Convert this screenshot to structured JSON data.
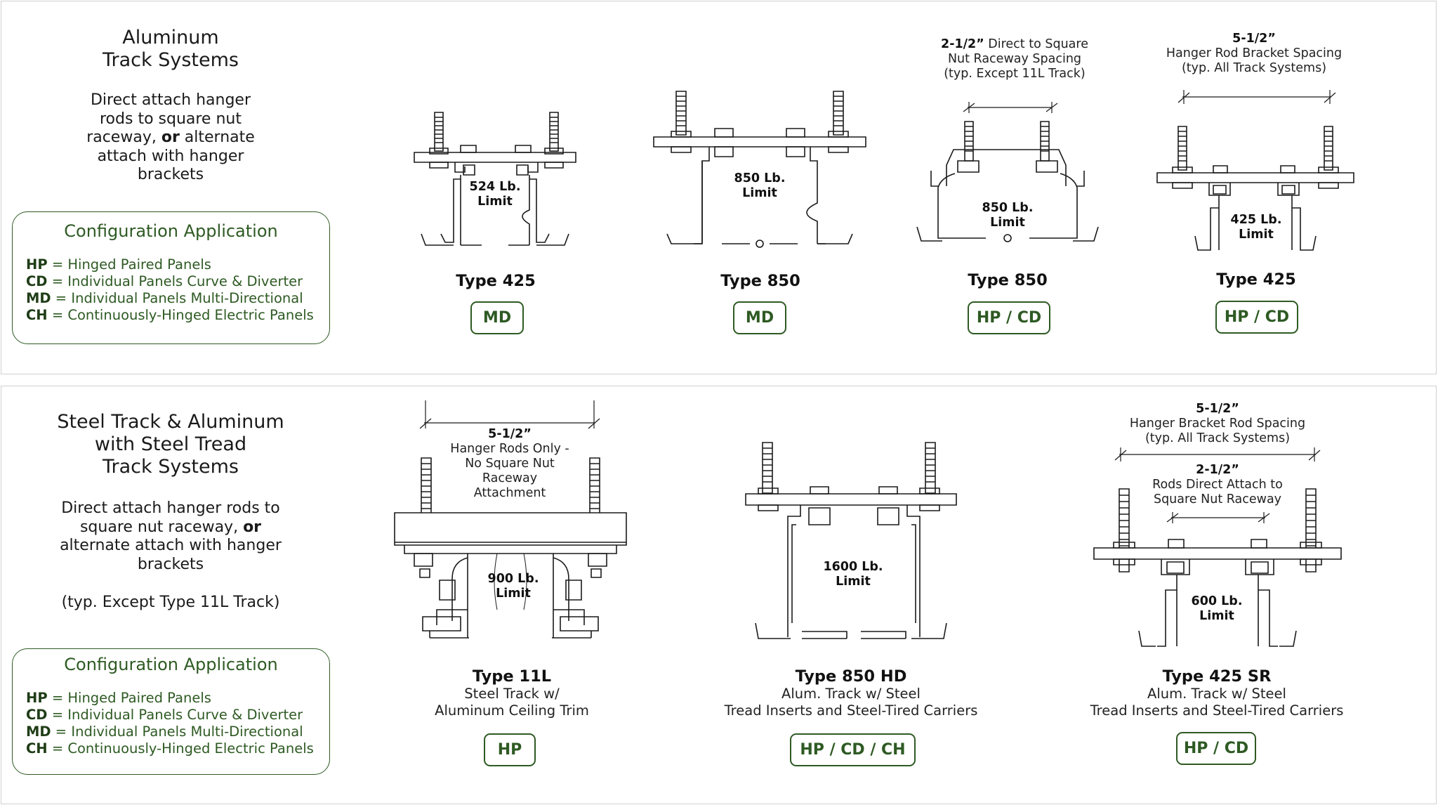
{
  "top": {
    "title": "Aluminum\nTrack Systems",
    "description": "Direct attach hanger\nrods to square nut\nraceway,",
    "description_or": "or",
    "description_after": " alternate\nattach with hanger\nbrackets",
    "config": {
      "title": "Configuration Application",
      "items": [
        {
          "code": "HP",
          "text": " = Hinged Paired Panels"
        },
        {
          "code": "CD",
          "text": " = Individual Panels Curve & Diverter"
        },
        {
          "code": "MD",
          "text": " = Individual Panels Multi-Directional"
        },
        {
          "code": "CH",
          "text": " = Continuously-Hinged Electric Panels"
        }
      ]
    },
    "tracks": [
      {
        "type": "Type 425",
        "limit_1": "524 Lb.",
        "limit_2": "Limit",
        "badge": "MD"
      },
      {
        "type": "Type 850",
        "limit_1": "850 Lb.",
        "limit_2": "Limit",
        "badge": "MD"
      },
      {
        "type": "Type 850",
        "limit_1": "850 Lb.",
        "limit_2": "Limit",
        "badge": "HP / CD",
        "note_bold": "2-1/2”",
        "note_rest": " Direct to Square",
        "note_2": "Nut Raceway Spacing",
        "note_3": "(typ. Except 11L Track)"
      },
      {
        "type": "Type 425",
        "limit_1": "425 Lb.",
        "limit_2": "Limit",
        "badge": "HP / CD",
        "note_1": "5-1/2”",
        "note_2": "Hanger Rod Bracket Spacing",
        "note_3": "(typ. All Track Systems)"
      }
    ]
  },
  "bottom": {
    "title": "Steel Track & Aluminum\nwith Steel Tread\nTrack Systems",
    "description": "Direct attach hanger rods to\nsquare nut raceway,",
    "description_or": "or",
    "description_after": "\nalternate attach with hanger\nbrackets",
    "description_note": "(typ. Except Type 11L Track)",
    "config": {
      "title": "Configuration Application",
      "items": [
        {
          "code": "HP",
          "text": " = Hinged Paired Panels"
        },
        {
          "code": "CD",
          "text": " = Individual Panels Curve & Diverter"
        },
        {
          "code": "MD",
          "text": " = Individual Panels Multi-Directional"
        },
        {
          "code": "CH",
          "text": " = Continuously-Hinged Electric Panels"
        }
      ]
    },
    "tracks": [
      {
        "type": "Type 11L",
        "sub_1": "Steel Track w/",
        "sub_2": "Aluminum Ceiling Trim",
        "limit_1": "900 Lb.",
        "limit_2": "Limit",
        "badge": "HP",
        "note_1": "5-1/2”",
        "note_2": "Hanger Rods Only -",
        "note_3": "No Square Nut",
        "note_4": "Raceway",
        "note_5": "Attachment"
      },
      {
        "type": "Type 850 HD",
        "sub_1": "Alum. Track w/ Steel",
        "sub_2": "Tread Inserts and Steel-Tired Carriers",
        "limit_1": "1600 Lb.",
        "limit_2": "Limit",
        "badge": "HP / CD / CH"
      },
      {
        "type": "Type 425 SR",
        "sub_1": "Alum. Track w/ Steel",
        "sub_2": "Tread Inserts and Steel-Tired Carriers",
        "limit_1": "600 Lb.",
        "limit_2": "Limit",
        "badge": "HP / CD",
        "note_1": "5-1/2”",
        "note_2": "Hanger Bracket Rod Spacing",
        "note_3": "(typ. All Track Systems)",
        "note_4": "2-1/2”",
        "note_5": "Rods Direct Attach to",
        "note_6": "Square Nut Raceway"
      }
    ]
  },
  "colors": {
    "accent": "#2e5a23",
    "line": "#1a1a1a",
    "border": "#cfcfcf"
  }
}
